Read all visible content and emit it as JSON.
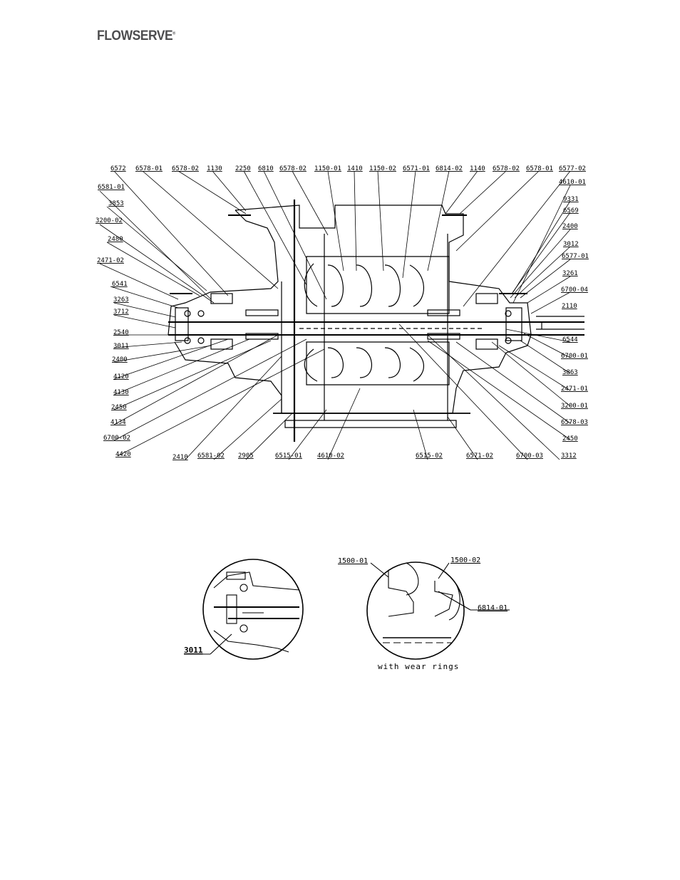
{
  "brand": {
    "name": "FLOWSERVE",
    "registered": "®"
  },
  "main_drawing": {
    "labels_top": [
      "6572",
      "6578-01",
      "6578-02",
      "1130",
      "2250",
      "6810",
      "6578-02",
      "1150-01",
      "1410",
      "1150-02",
      "6571-01",
      "6814-02",
      "1140",
      "6578-02",
      "6578-01",
      "6577-02"
    ],
    "labels_left": [
      "6581-01",
      "3853",
      "3200-02",
      "2480",
      "2471-02",
      "6541",
      "3263",
      "3712",
      "2540",
      "3011",
      "2400",
      "4120",
      "4130",
      "2450",
      "4134",
      "6700-02",
      "4420"
    ],
    "labels_bottom": [
      "2410",
      "6581-02",
      "2905",
      "6515-01",
      "4610-02",
      "6515-02",
      "6571-02",
      "6700-03",
      "3312"
    ],
    "labels_right": [
      "4610-01",
      "9331",
      "6569",
      "2400",
      "3012",
      "6577-01",
      "3261",
      "6700-04",
      "2110",
      "6544",
      "6700-01",
      "3863",
      "2471-01",
      "3200-01",
      "6578-03",
      "2450"
    ]
  },
  "detail_left": {
    "label": "3011"
  },
  "detail_right": {
    "labels": [
      "1500-01",
      "1500-02",
      "6814-01"
    ],
    "caption": "with wear rings"
  }
}
